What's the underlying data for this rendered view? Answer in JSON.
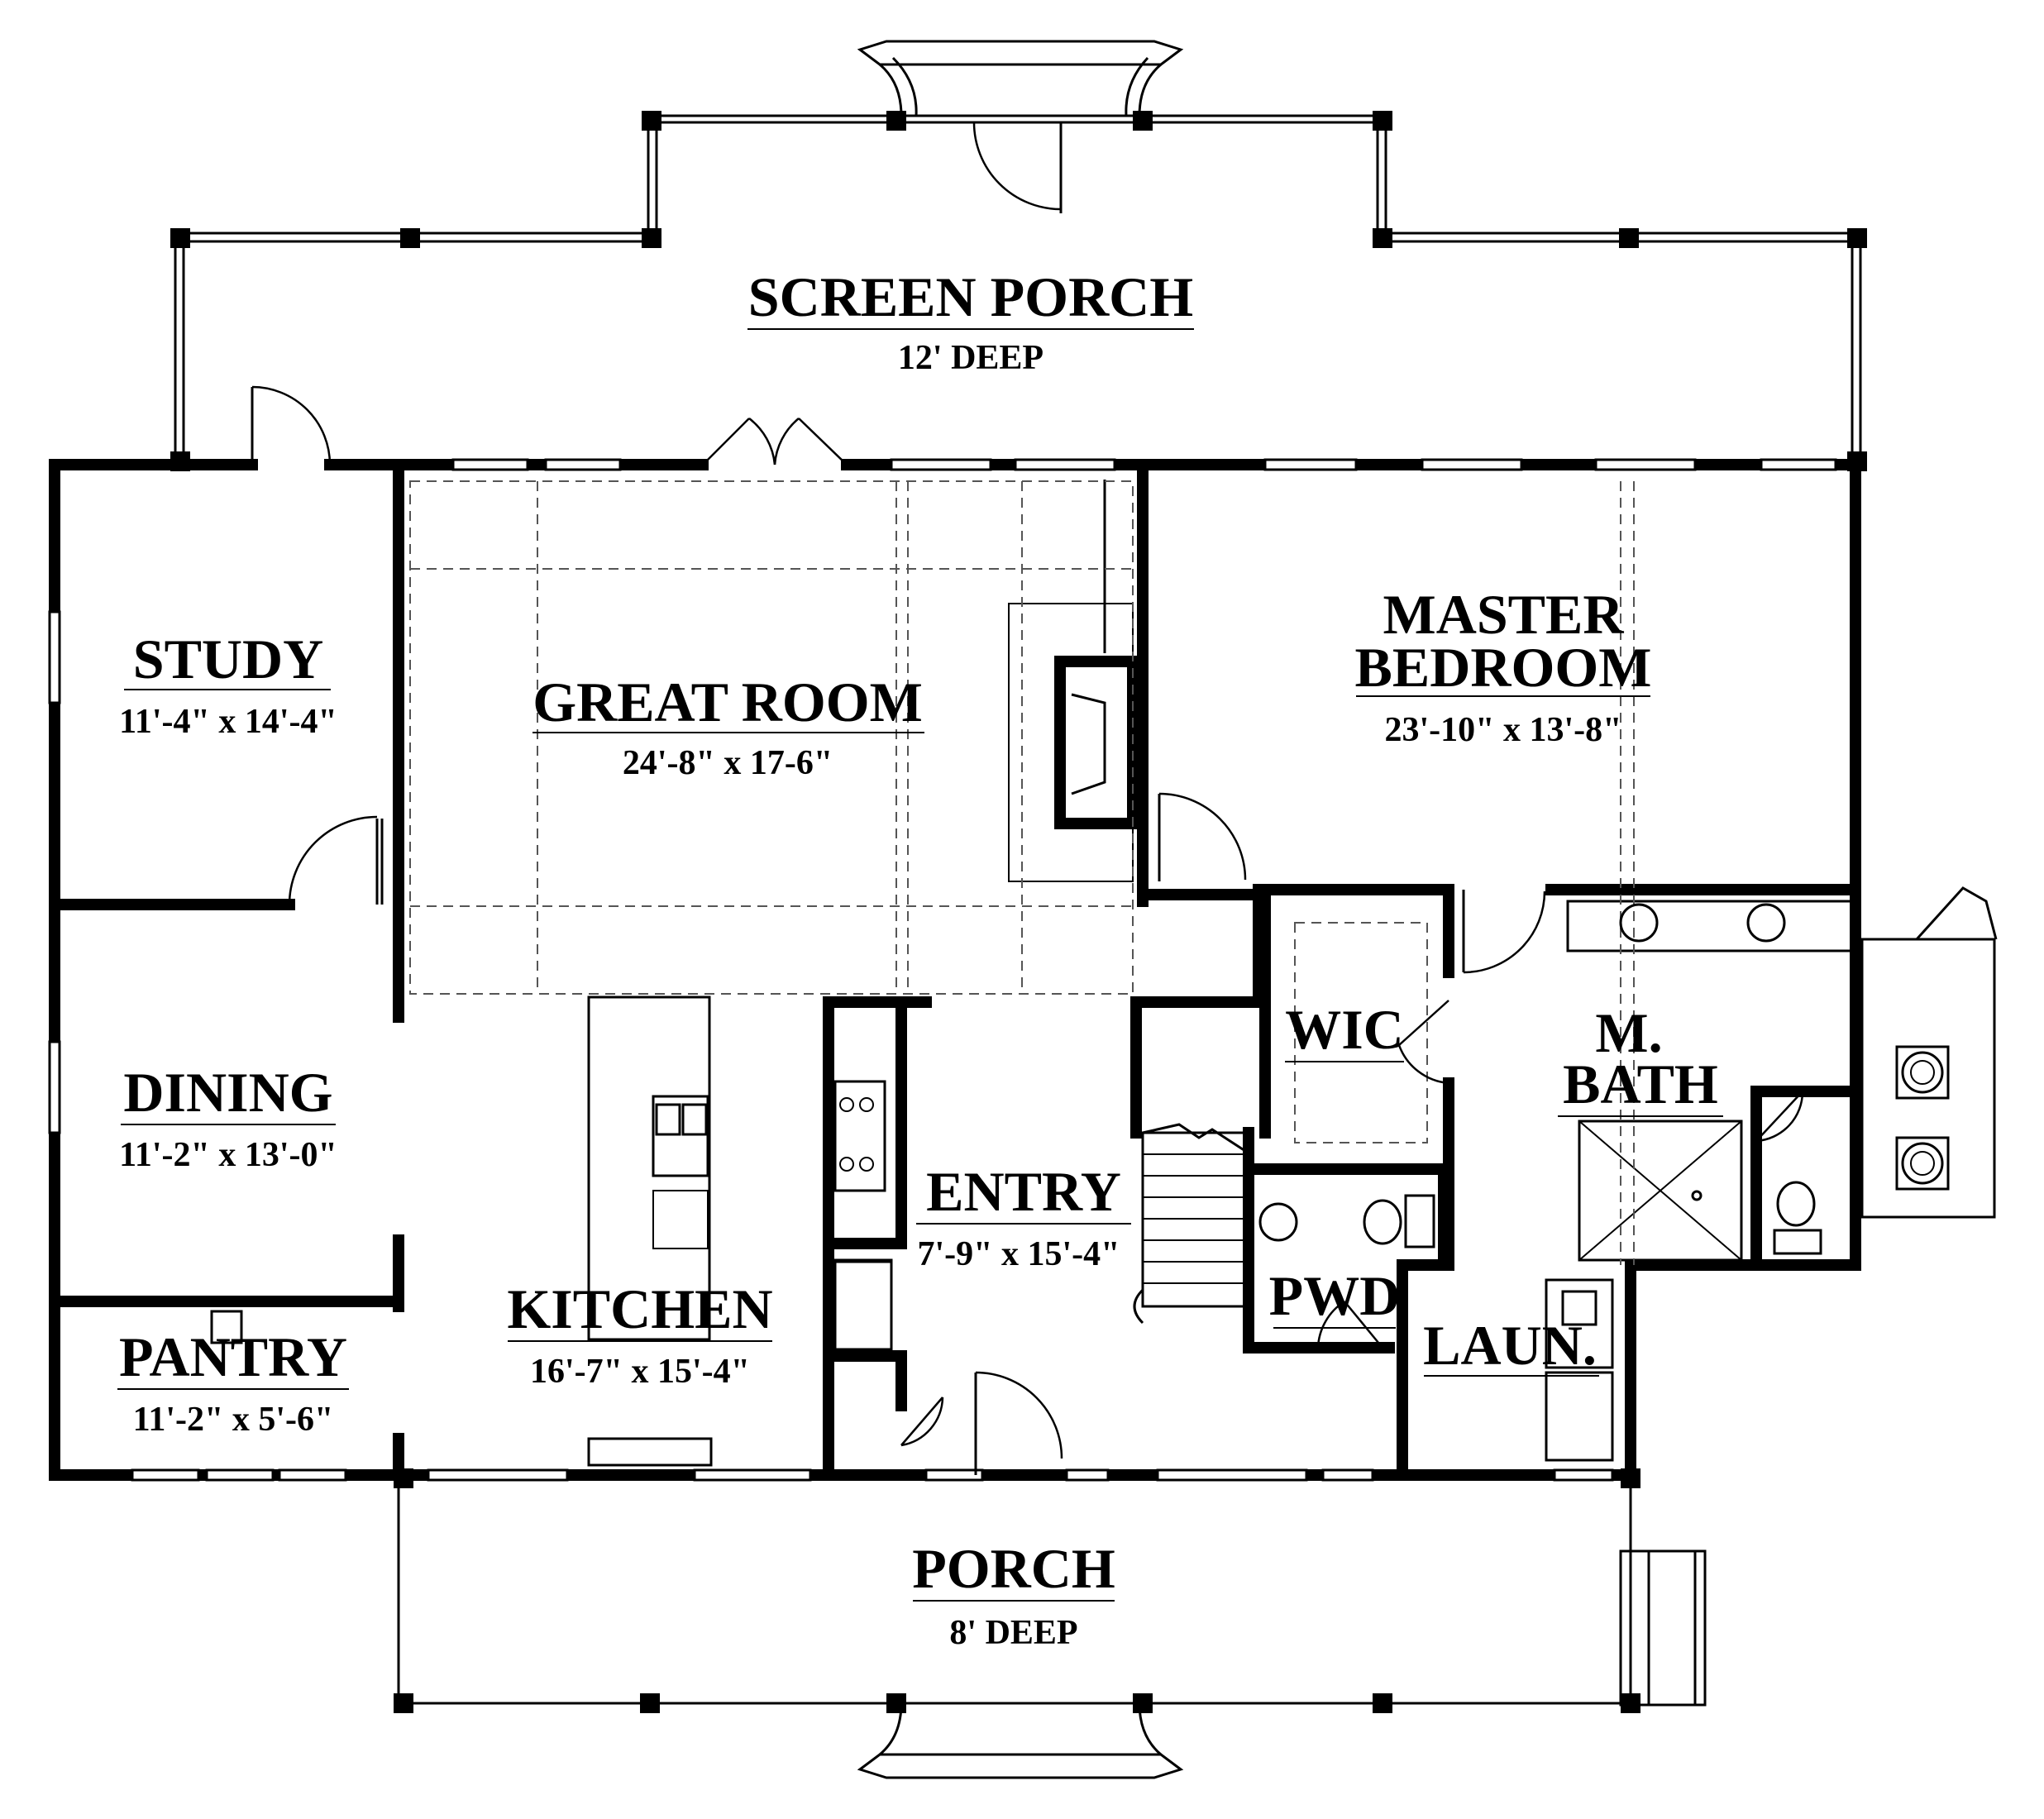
{
  "rooms": {
    "screen_porch": {
      "name": "SCREEN PORCH",
      "dim": "12' DEEP"
    },
    "study": {
      "name": "STUDY",
      "dim": "11'-4\" x 14'-4\""
    },
    "great_room": {
      "name": "GREAT ROOM",
      "dim": "24'-8\" x 17-6\""
    },
    "master_bedroom": {
      "name_line1": "MASTER",
      "name_line2": "BEDROOM",
      "dim": "23'-10\" x 13'-8\""
    },
    "wic": {
      "name": "WIC"
    },
    "m_bath": {
      "name_line1": "M.",
      "name_line2": "BATH"
    },
    "dining": {
      "name": "DINING",
      "dim": "11'-2\" x 13'-0\""
    },
    "entry": {
      "name": "ENTRY",
      "dim": "7'-9\" x 15'-4\""
    },
    "pwd": {
      "name": "PWD"
    },
    "kitchen": {
      "name": "KITCHEN",
      "dim": "16'-7\" x 15'-4\""
    },
    "laun": {
      "name": "LAUN."
    },
    "pantry": {
      "name": "PANTRY",
      "dim": "11'-2\" x 5'-6\""
    },
    "porch": {
      "name": "PORCH",
      "dim": "8' DEEP"
    }
  }
}
